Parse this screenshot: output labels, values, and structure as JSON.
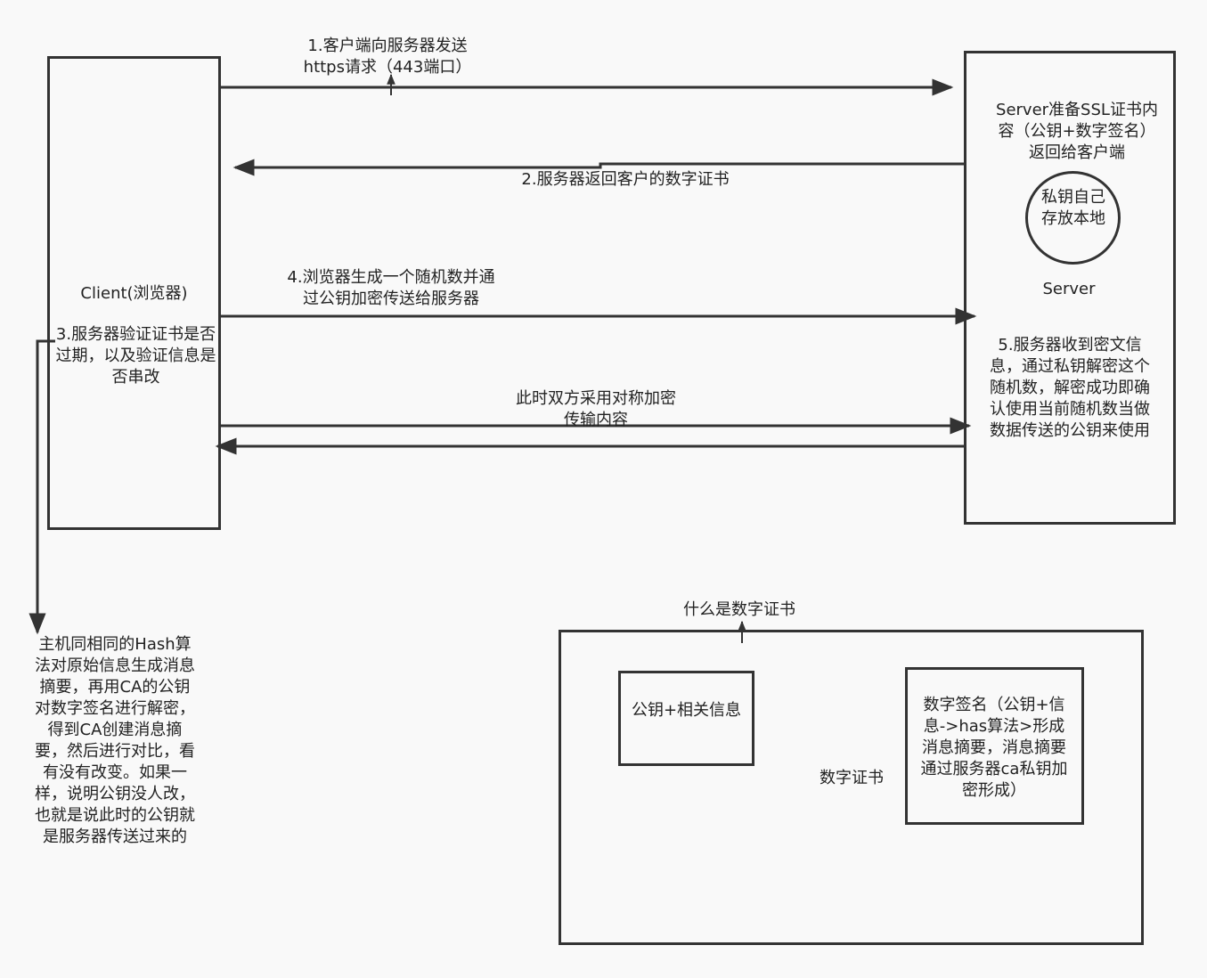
{
  "client": {
    "title": "Client(浏览器)",
    "verify_note": "3.服务器验证证书是否过期，以及验证信息是否串改"
  },
  "server": {
    "prepare_note": "Server准备SSL证书内容（公钥+数字签名）返回给客户端",
    "private_key_note": "私钥自己存放本地",
    "title": "Server",
    "receive_note": "5.服务器收到密文信息，通过私钥解密这个随机数，解密成功即确认使用当前随机数当做数据传送的公钥来使用"
  },
  "steps": {
    "step1": "1.客户端向服务器发送https请求（443端口）",
    "step2": "2.服务器返回客户的数字证书",
    "step4": "4.浏览器生成一个随机数并通过公钥加密传送给服务器",
    "symmetric": "此时双方采用对称加密传输内容"
  },
  "hash_note": "主机同相同的Hash算法对原始信息生成消息摘要，再用CA的公钥对数字签名进行解密，得到CA创建消息摘要，然后进行对比，看有没有改变。如果一样，说明公钥没人改，也就是说此时的公钥就是服务器传送过来的",
  "certificate": {
    "heading": "什么是数字证书",
    "public_key_box": "公钥+相关信息",
    "label": "数字证书",
    "signature_box": "数字签名（公钥+信息->has算法>形成消息摘要，消息摘要通过服务器ca私钥加密形成）"
  },
  "colors": {
    "line": "#333333",
    "background": "#f9f9f9"
  }
}
